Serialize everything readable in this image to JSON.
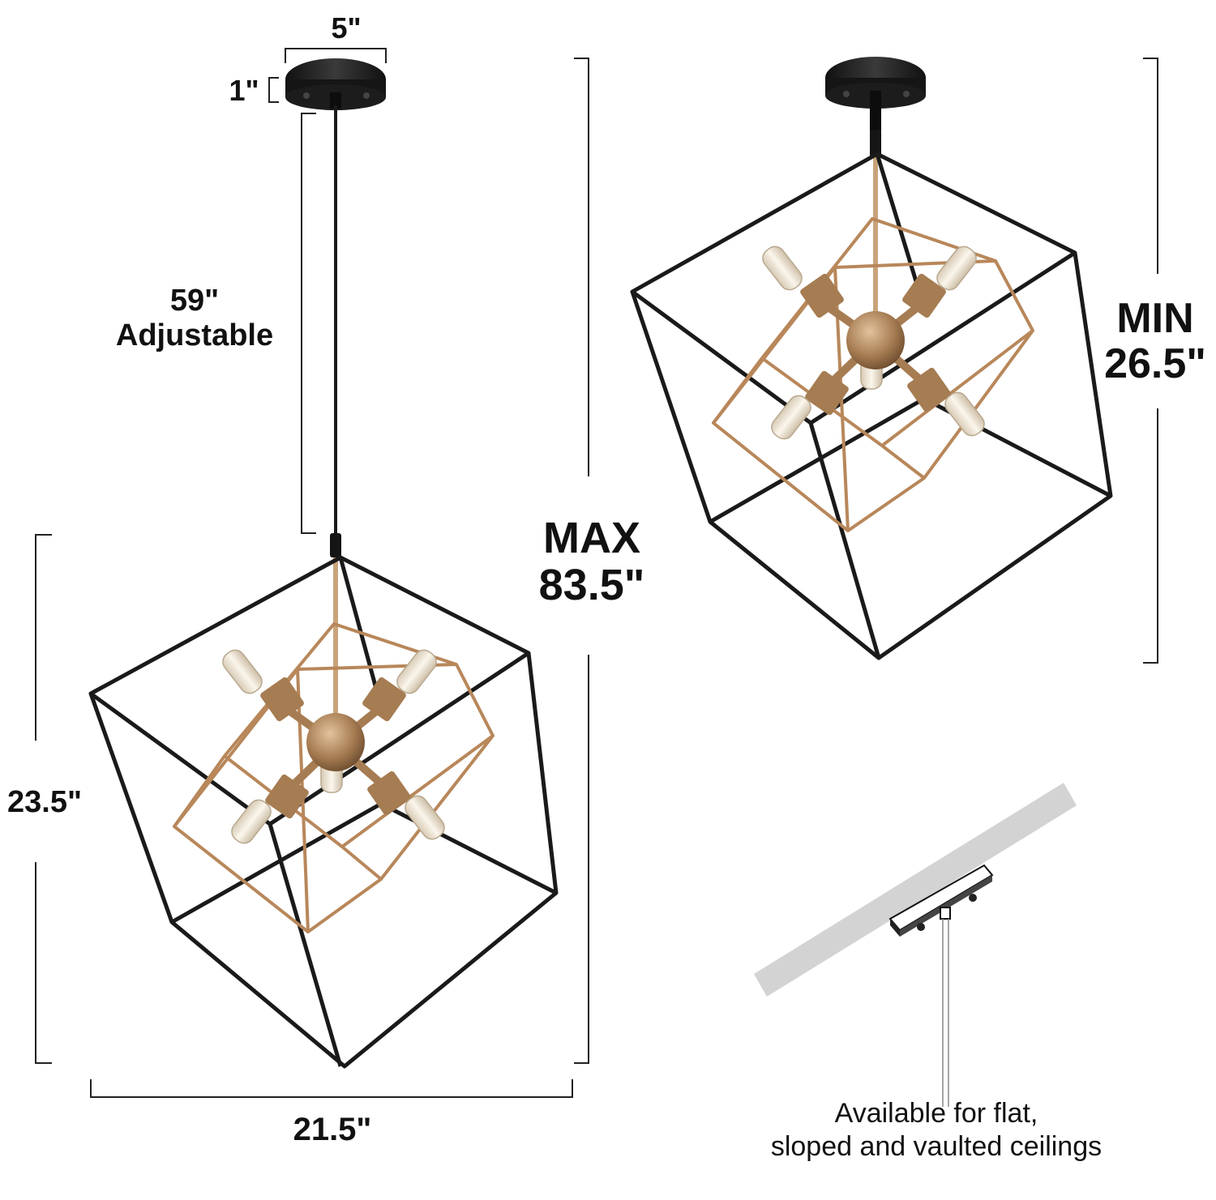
{
  "dimensions": {
    "canopy_width": "5\"",
    "canopy_height": "1\"",
    "rod_length": "59\"",
    "rod_note": "Adjustable",
    "max_label": "MAX",
    "max_value": "83.5\"",
    "min_label": "MIN",
    "min_value": "26.5\"",
    "fixture_height": "23.5\"",
    "fixture_width": "21.5\""
  },
  "note": {
    "line1": "Available for flat,",
    "line2": "sloped and vaulted ceilings"
  },
  "colors": {
    "frame": "#1a1a1a",
    "inner_frame": "#b8875a",
    "socket": "#a67c52",
    "ceiling_slope": "#d3d3d3",
    "dim_line": "#222222"
  }
}
